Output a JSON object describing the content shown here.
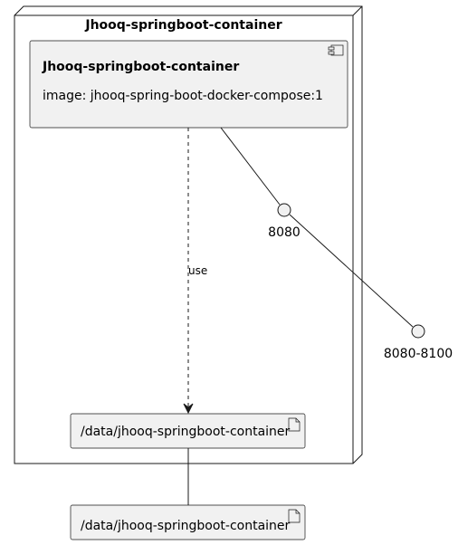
{
  "node": {
    "title": "Jhooq-springboot-container"
  },
  "component": {
    "title": "Jhooq-springboot-container",
    "image_line": "image: jhooq-spring-boot-docker-compose:1"
  },
  "interfaces": {
    "inner_port": "8080",
    "outer_port": "8080-8100"
  },
  "edges": {
    "use_label": "use"
  },
  "artifacts": {
    "inner": "/data/jhooq-springboot-container",
    "outer": "/data/jhooq-springboot-container"
  },
  "colors": {
    "box_fill": "#f1f1f1",
    "stroke": "#181818",
    "node_fill": "#ffffff"
  }
}
